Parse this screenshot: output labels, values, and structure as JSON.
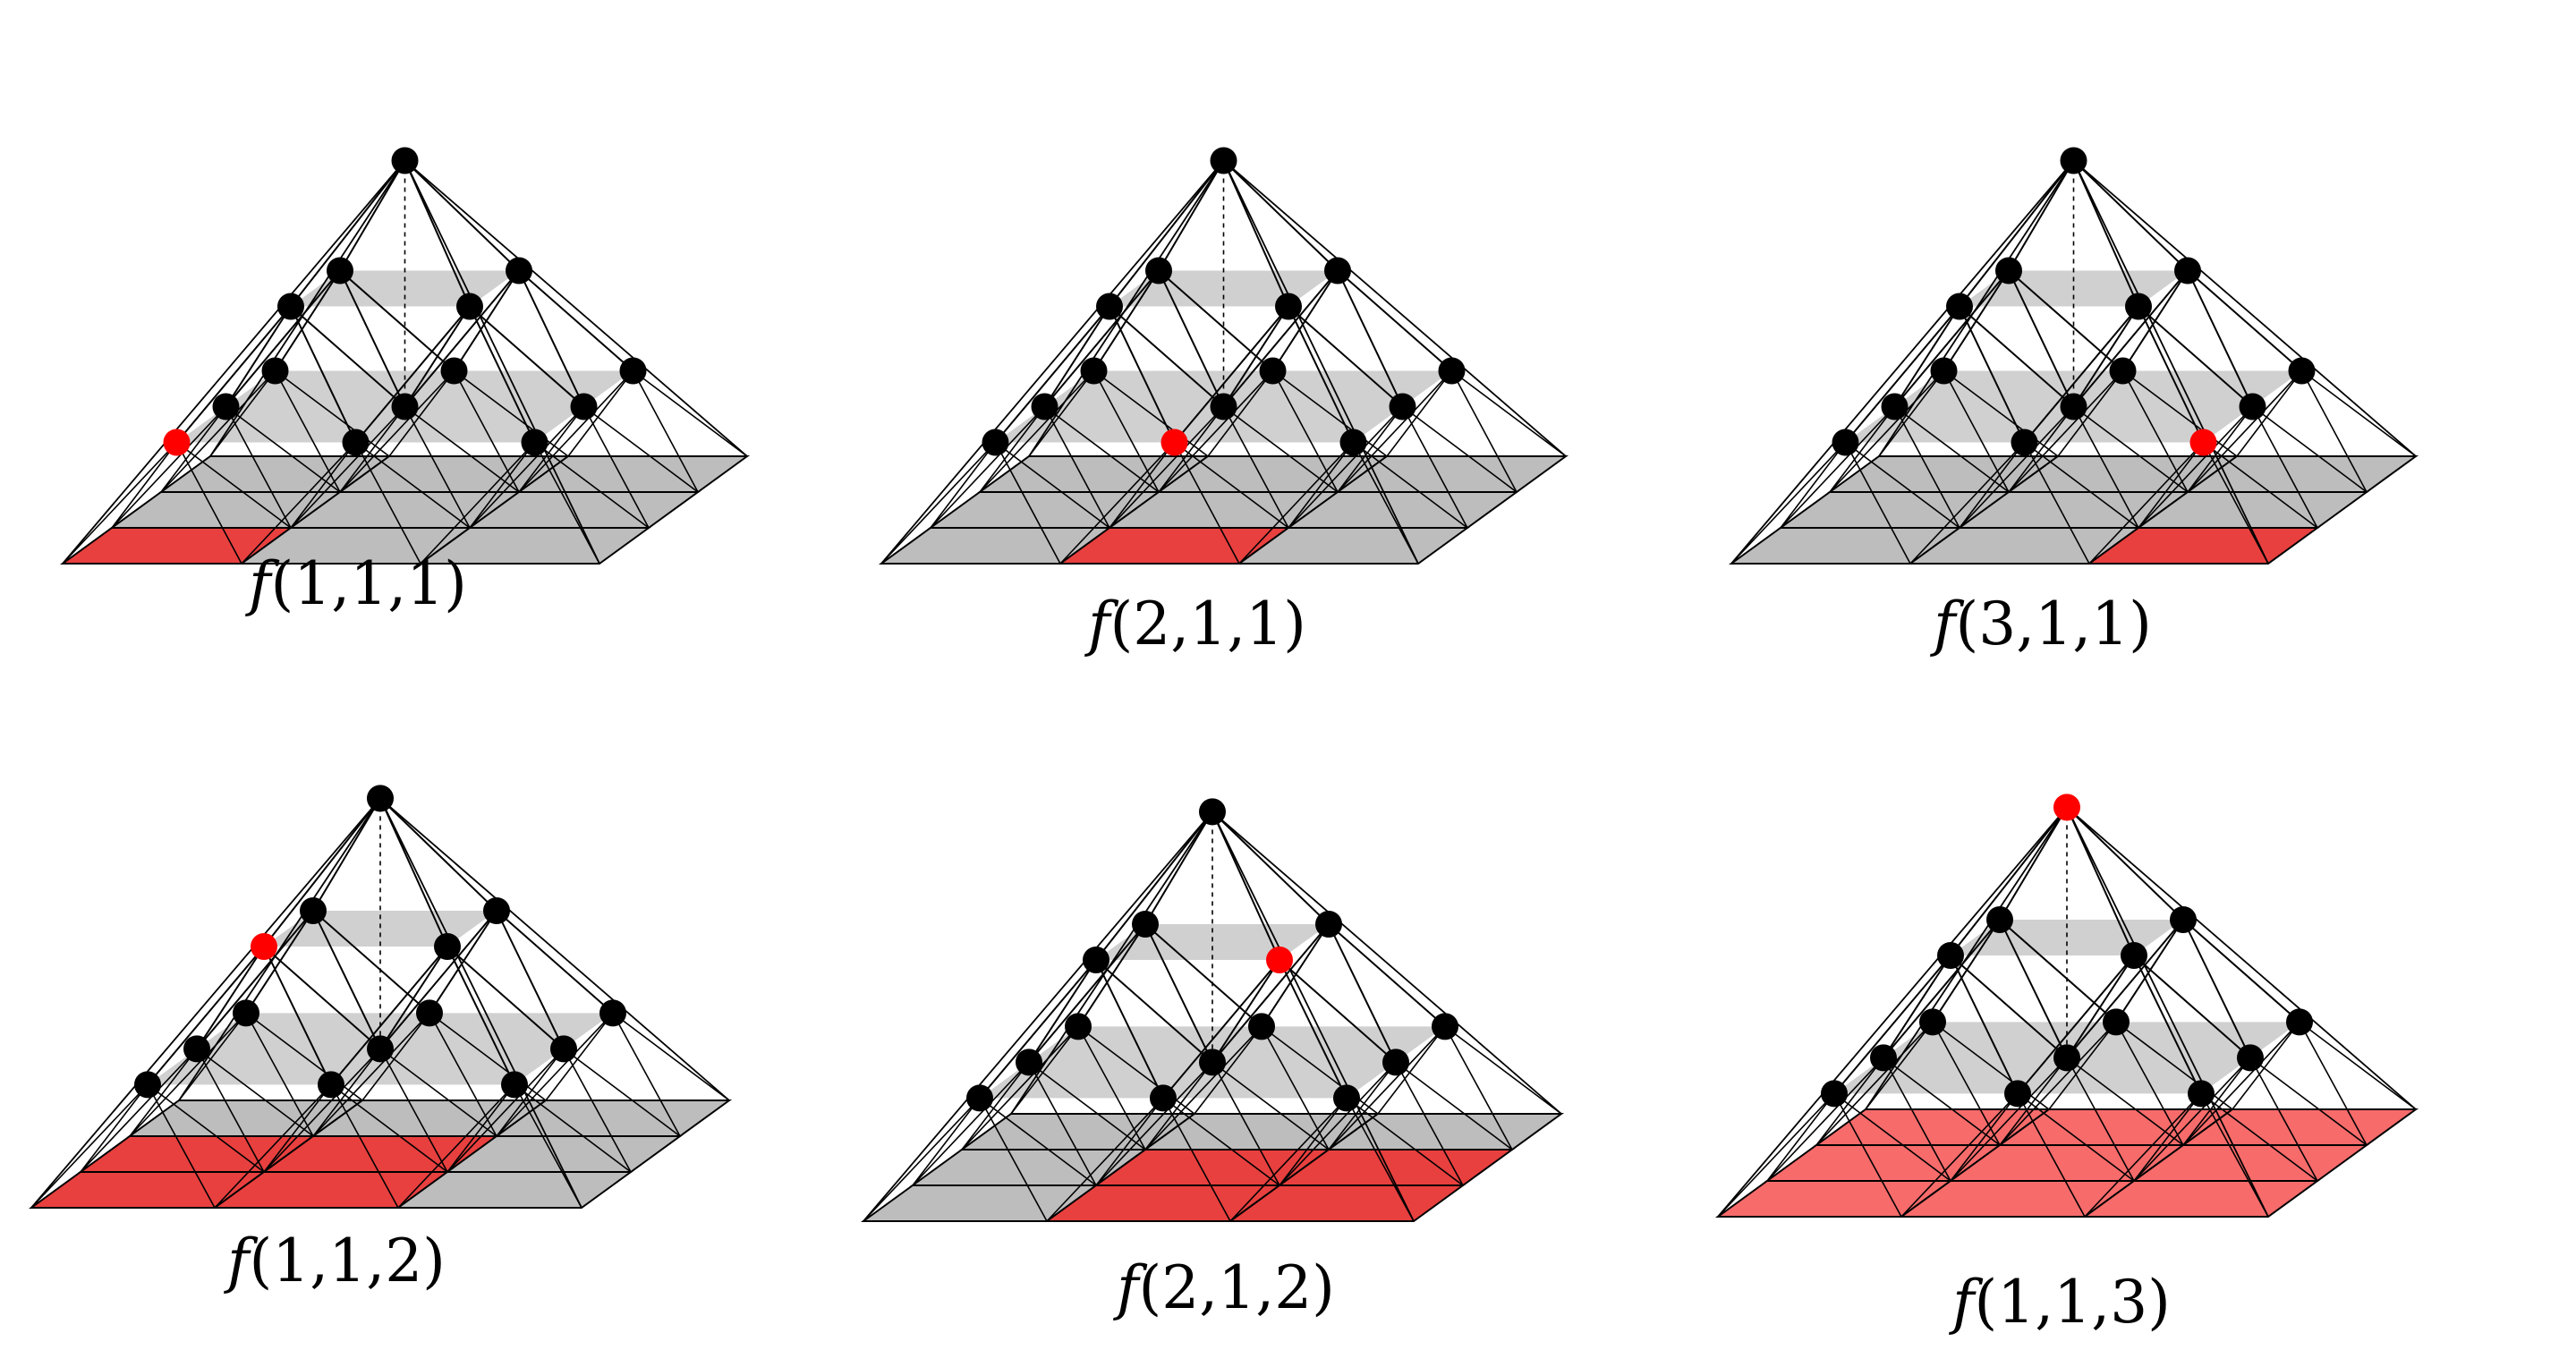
{
  "colors": {
    "background": "#ffffff",
    "base_grid_fill": "#bdbdbd",
    "upper_plate_fill": "#a9a9a9",
    "highlight_fill": "#e8403f",
    "highlight_fill_light": "#f76b6b",
    "node": "#000000",
    "highlight_node": "#ff0000",
    "edge": "#000000"
  },
  "panels": [
    {
      "id": "f111",
      "caption_fn": "f",
      "caption_args": "(1,1,1)",
      "highlight_node": "level1-cell-1-1",
      "highlight_region": "base cell column 1, front row"
    },
    {
      "id": "f211",
      "caption_fn": "f",
      "caption_args": "(2,1,1)",
      "highlight_node": "level1-cell-2-1",
      "highlight_region": "base cell column 2, front row"
    },
    {
      "id": "f311",
      "caption_fn": "f",
      "caption_args": "(3,1,1)",
      "highlight_node": "level1-cell-3-1",
      "highlight_region": "base cell column 3, front row"
    },
    {
      "id": "f112",
      "caption_fn": "f",
      "caption_args": "(1,1,2)",
      "highlight_node": "level2-cell-1-1",
      "highlight_region": "base cells columns 1-2, front two rows"
    },
    {
      "id": "f212",
      "caption_fn": "f",
      "caption_args": "(2,1,2)",
      "highlight_node": "level2-cell-2-1",
      "highlight_region": "base cells columns 2-3, front two rows"
    },
    {
      "id": "f113",
      "caption_fn": "f",
      "caption_args": "(1,1,3)",
      "highlight_node": "apex",
      "highlight_region": "entire base grid"
    }
  ]
}
